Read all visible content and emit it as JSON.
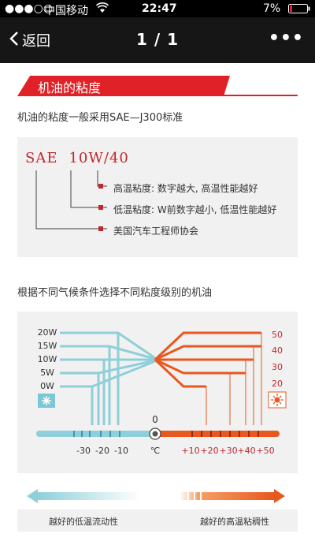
{
  "status": {
    "signal": "●●●○○",
    "carrier": "中国移动",
    "time": "22:47",
    "battery": "7%"
  },
  "nav": {
    "back_label": "返回",
    "title": "1 / 1"
  },
  "section": {
    "title": "机油的粘度"
  },
  "intro": "机油的粘度一般采用SAE—J300标准",
  "sae": {
    "prefix": "SAE",
    "grade": "10W/40",
    "high_temp": "高温粘度: 数字越大, 高温性能越好",
    "low_temp": "低温粘度: W前数字越小, 低温性能越好",
    "org": "美国汽车工程师协会"
  },
  "choose_text": "根据不同气候条件选择不同粘度级别的机油",
  "diagram": {
    "winter_grades": [
      "20W",
      "15W",
      "10W",
      "5W",
      "0W"
    ],
    "summer_grades": [
      "50",
      "40",
      "30",
      "20"
    ],
    "neg_ticks": [
      "-30",
      "-20",
      "-10"
    ],
    "zero": "0",
    "unit": "℃",
    "pos_ticks": [
      "+10",
      "+20",
      "+30",
      "+40",
      "+50"
    ],
    "colors": {
      "cold": "#8ecfd9",
      "hot": "#e8581f",
      "red": "#c1272d"
    }
  },
  "footer": {
    "low_temp_flow": "越好的低温流动性",
    "high_temp_viscosity": "越好的高温粘稠性"
  }
}
